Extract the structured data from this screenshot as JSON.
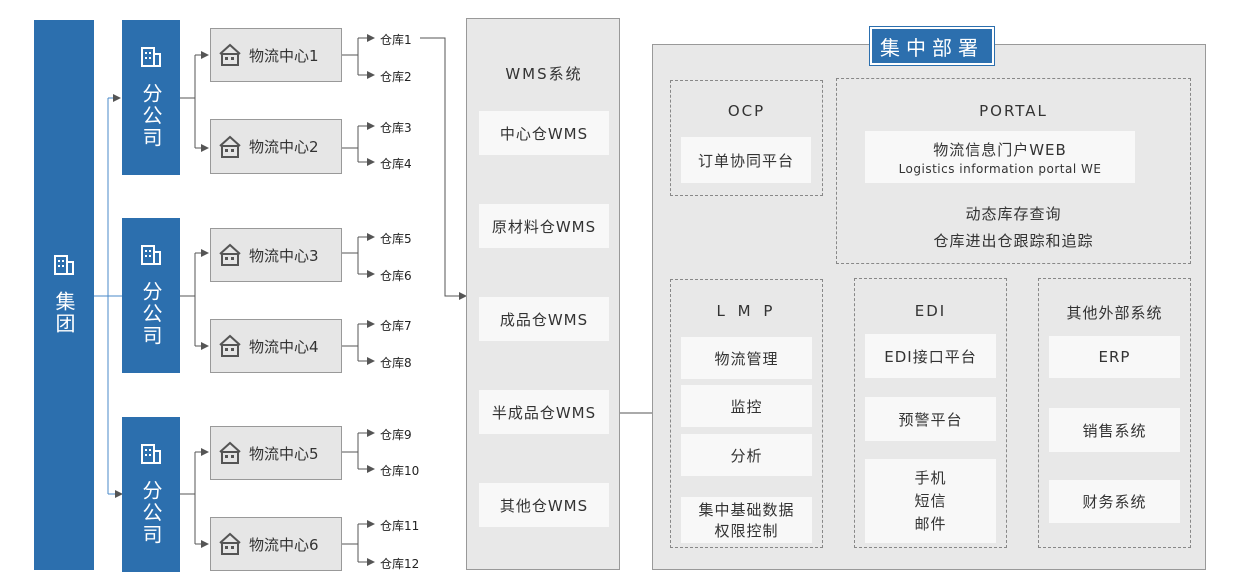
{
  "group": {
    "label": "集团"
  },
  "branches": [
    {
      "label": "分公司"
    },
    {
      "label": "分公司"
    },
    {
      "label": "分公司"
    }
  ],
  "centers": [
    {
      "label": "物流中心1",
      "warehouses": [
        "仓库1",
        "仓库2"
      ]
    },
    {
      "label": "物流中心2",
      "warehouses": [
        "仓库3",
        "仓库4"
      ]
    },
    {
      "label": "物流中心3",
      "warehouses": [
        "仓库5",
        "仓库6"
      ]
    },
    {
      "label": "物流中心4",
      "warehouses": [
        "仓库7",
        "仓库8"
      ]
    },
    {
      "label": "物流中心5",
      "warehouses": [
        "仓库9",
        "仓库10"
      ]
    },
    {
      "label": "物流中心6",
      "warehouses": [
        "仓库11",
        "仓库12"
      ]
    }
  ],
  "wms": {
    "title": "WMS系统",
    "items": [
      "中心仓WMS",
      "原材料仓WMS",
      "成品仓WMS",
      "半成品仓WMS",
      "其他仓WMS"
    ]
  },
  "central": {
    "badge": "集中部署",
    "ocp": {
      "title": "OCP",
      "item": "订单协同平台"
    },
    "portal": {
      "title": "PORTAL",
      "web_title": "物流信息门户WEB",
      "web_subtitle": "Logistics information portal WE",
      "line1": "动态库存查询",
      "line2": "仓库进出仓跟踪和追踪"
    },
    "lmp": {
      "title": "L M P",
      "items": [
        "物流管理",
        "监控",
        "分析"
      ],
      "base1": "集中基础数据",
      "base2": "权限控制"
    },
    "edi": {
      "title": "EDI",
      "items": [
        "EDI接口平台",
        "预警平台"
      ],
      "notify": [
        "手机",
        "短信",
        "邮件"
      ]
    },
    "external": {
      "title": "其他外部系统",
      "items": [
        "ERP",
        "销售系统",
        "财务系统"
      ]
    }
  },
  "colors": {
    "accent": "#2c6fae",
    "panel": "#e8e8e8",
    "card": "#f8f8f8"
  }
}
